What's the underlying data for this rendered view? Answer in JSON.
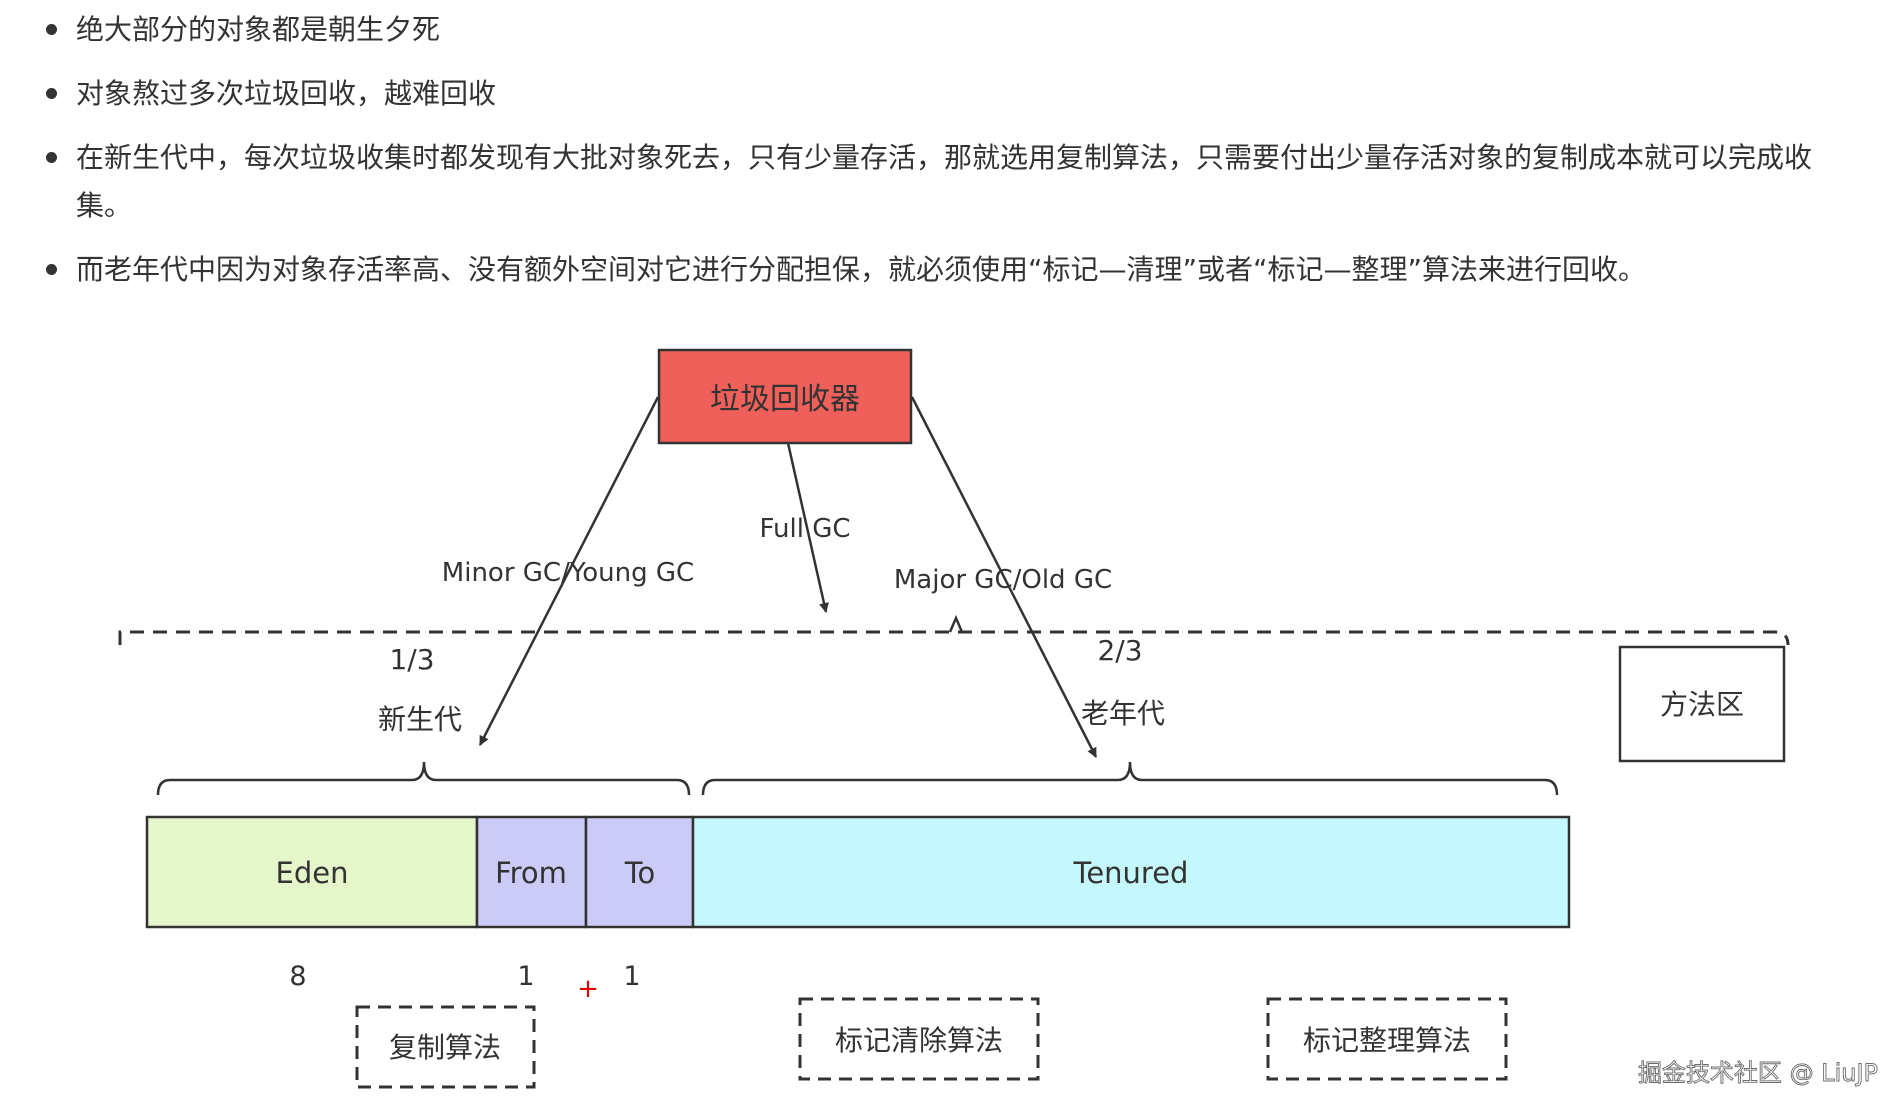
{
  "bullets": [
    "绝大部分的对象都是朝生夕死",
    "对象熬过多次垃圾回收，越难回收",
    "在新生代中，每次垃圾收集时都发现有大批对象死去，只有少量存活，那就选用复制算法，只需要付出少量存活对象的复制成本就可以完成收集。",
    "而老年代中因为对象存活率高、没有额外空间对它进行分配担保，就必须使用“标记—清理”或者“标记—整理”算法来进行回收。"
  ],
  "diagram": {
    "collector": "垃圾回收器",
    "minor_gc": "Minor GC/Young GC",
    "full_gc": "Full GC",
    "major_gc": "Major GC/Old GC",
    "young_ratio": "1/3",
    "young_label": "新生代",
    "old_ratio": "2/3",
    "old_label": "老年代",
    "method_area": "方法区",
    "eden": "Eden",
    "from": "From",
    "to": "To",
    "tenured": "Tenured",
    "eden_ratio": "8",
    "from_ratio": "1",
    "plus": "+",
    "to_ratio": "1",
    "copy_algo": "复制算法",
    "mark_sweep": "标记清除算法",
    "mark_compact": "标记整理算法"
  },
  "colors": {
    "collector_fill": "#f0605a",
    "eden_fill": "#e6f6cb",
    "survivor_fill": "#cccbf8",
    "tenured_fill": "#c5f8fc",
    "plus": "#e00000"
  },
  "watermark": "掘金技术社区 @ LiuJP"
}
